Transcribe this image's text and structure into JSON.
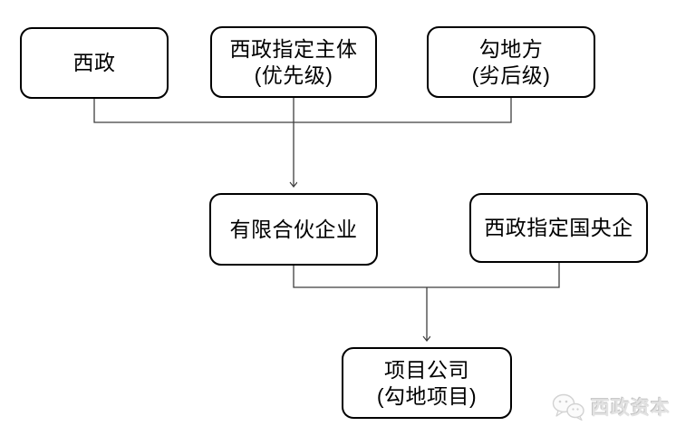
{
  "diagram": {
    "type": "flowchart",
    "nodes": [
      {
        "id": "xizheng",
        "label": "西政"
      },
      {
        "id": "xizheng-designated-entity",
        "label": "西政指定主体\n(优先级)"
      },
      {
        "id": "land-acquiring-party",
        "label": "勾地方\n(劣后级)"
      },
      {
        "id": "limited-partnership",
        "label": "有限合伙企业"
      },
      {
        "id": "xizheng-designated-soe",
        "label": "西政指定国央企"
      },
      {
        "id": "project-company",
        "label": "项目公司\n(勾地项目)"
      }
    ],
    "edges": [
      {
        "from": [
          "xizheng",
          "xizheng-designated-entity",
          "land-acquiring-party"
        ],
        "to": "limited-partnership",
        "arrow": true
      },
      {
        "from": [
          "limited-partnership",
          "xizheng-designated-soe"
        ],
        "to": "project-company",
        "arrow": true
      }
    ],
    "colors": {
      "node_fill": "#ffffff",
      "node_border": "#000000",
      "node_text": "#000000",
      "connector": "#3f3f3f"
    }
  },
  "watermark": {
    "label": "西政资本",
    "icon": "wechat-logo",
    "color": "#e2e2e2"
  }
}
